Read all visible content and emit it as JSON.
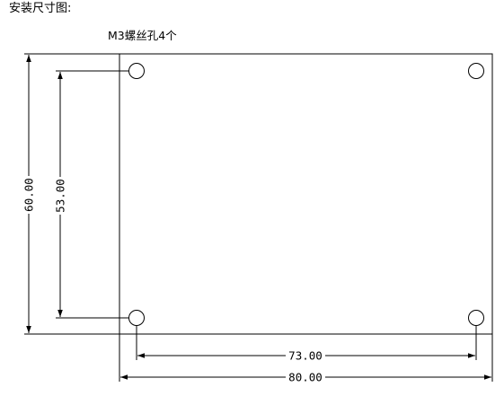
{
  "title": "安装尺寸图:",
  "hole_label": "M3螺丝孔4个",
  "dimensions": {
    "overall_height": "60.00",
    "hole_spacing_vertical": "53.00",
    "hole_spacing_horizontal": "73.00",
    "overall_width": "80.00"
  },
  "colors": {
    "line": "#000000",
    "background": "#ffffff"
  }
}
